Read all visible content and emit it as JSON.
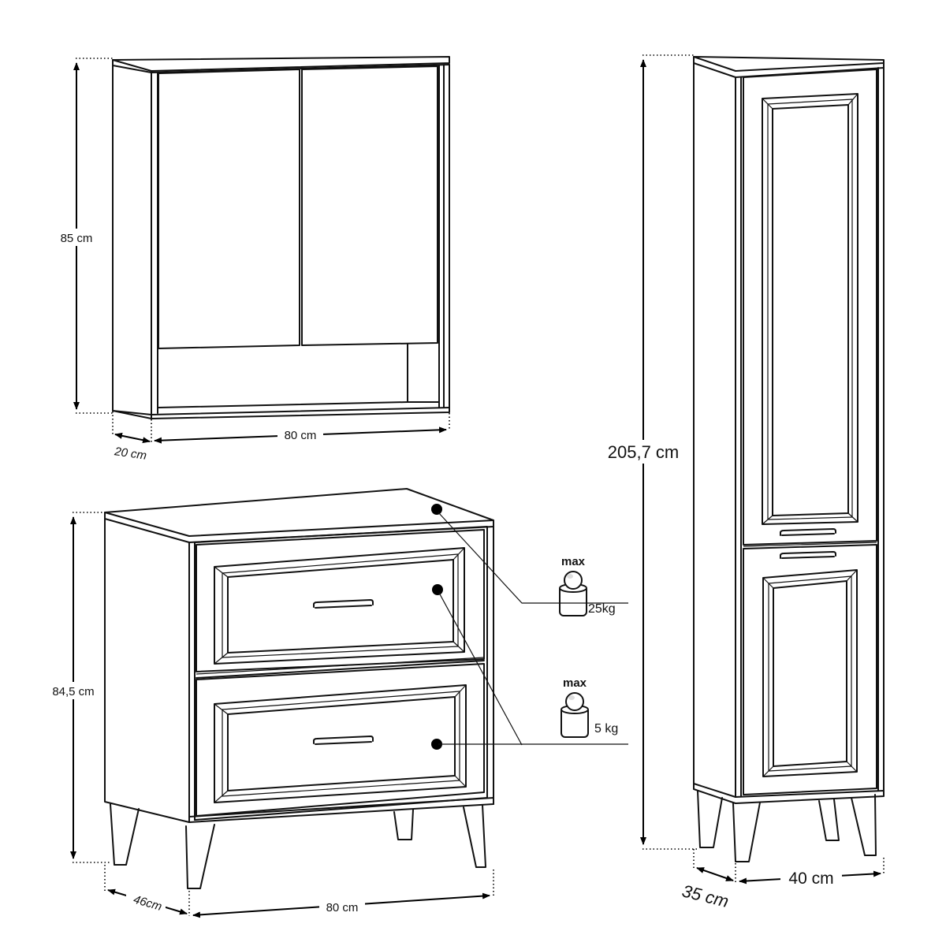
{
  "colors": {
    "line": "#111111",
    "background": "#ffffff"
  },
  "wall_cabinet": {
    "height_label": "85 cm",
    "width_label": "80 cm",
    "depth_label": "20 cm"
  },
  "dresser": {
    "height_label": "84,5 cm",
    "width_label": "80 cm",
    "depth_label": "46cm",
    "load_top": {
      "max_label": "max",
      "weight_label": "25kg"
    },
    "load_drawer": {
      "max_label": "max",
      "weight_label": "5 kg"
    }
  },
  "tall_cabinet": {
    "height_label": "205,7 cm",
    "width_label": "40 cm",
    "depth_label": "35 cm"
  },
  "icons": [
    "weight-icon",
    "weight-icon"
  ]
}
